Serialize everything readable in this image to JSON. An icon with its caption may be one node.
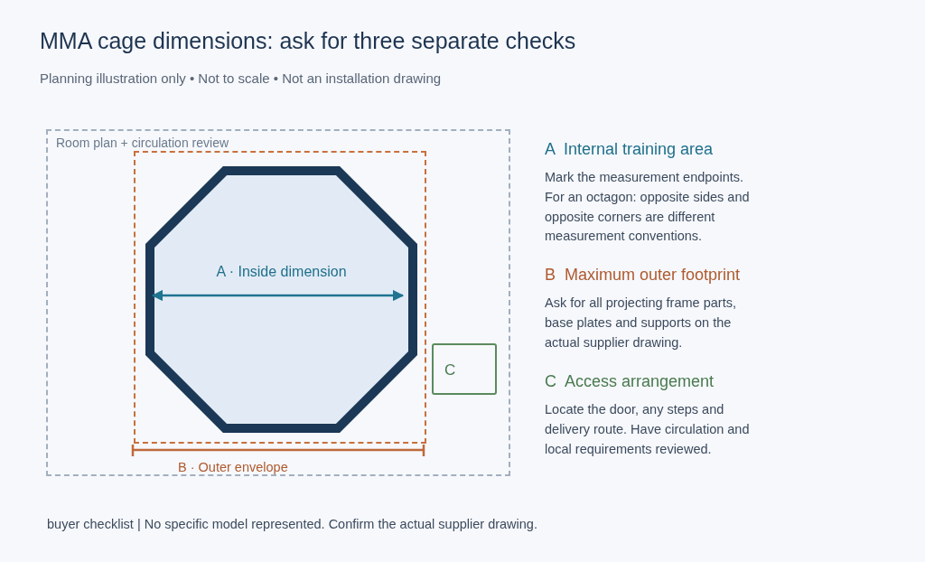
{
  "diagram": {
    "title": "MMA cage dimensions: ask for three separate checks",
    "nodes": [
      {
        "text": [
          "Room plan + circulation review"
        ]
      },
      {
        "text": [],
        "shape": "box",
        "in": 0
      },
      {
        "text": [
          "A · Inside dimension"
        ],
        "in": 1
      },
      {
        "text": [
          "C"
        ],
        "in": 0
      }
    ],
    "labels": [
      "Planning illustration only • Not to scale • Not an installation drawing",
      "B · Outer envelope",
      "A  Internal training area",
      "Mark the measurement endpoints. For an octagon: opposite sides and opposite corners are different measurement conventions.",
      "B  Maximum outer footprint",
      "Ask for all projecting frame parts, base plates and supports on the actual supplier drawing.",
      "C  Access arrangement",
      "Locate the door, any steps and delivery route. Have circulation and local requirements reviewed.",
      "buyer checklist | No specific model represented. Confirm the actual supplier drawing."
    ]
  }
}
